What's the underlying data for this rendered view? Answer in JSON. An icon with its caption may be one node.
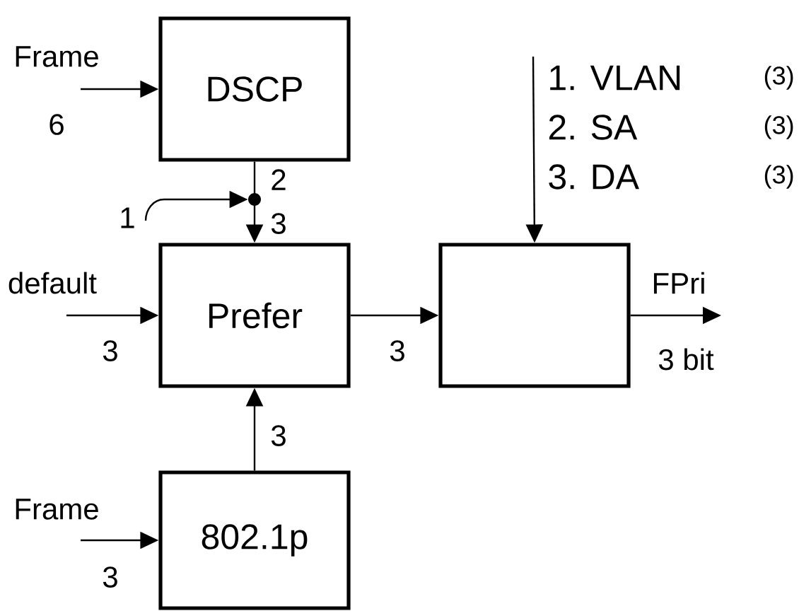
{
  "diagram": {
    "nodes": [
      {
        "text": [
          "DSCP"
        ]
      },
      {
        "text": [
          "Prefer"
        ]
      },
      {
        "text": [],
        "shape": "box"
      },
      {
        "text": [
          "802.1p"
        ]
      },
      {
        "text": [],
        "shape": "circle"
      }
    ],
    "edges": [
      {
        "from": null,
        "to": 0,
        "arrow": "to",
        "label": "Frame"
      },
      {
        "from": 0,
        "to": 4,
        "arrow": "none",
        "label": "2"
      },
      {
        "from": null,
        "to": 4,
        "arrow": "to",
        "label": "1"
      },
      {
        "from": 4,
        "to": 1,
        "arrow": "to",
        "label": "3"
      },
      {
        "from": null,
        "to": 1,
        "arrow": "to",
        "label": "default"
      },
      {
        "from": 1,
        "to": 2,
        "arrow": "to",
        "label": "3"
      },
      {
        "from": null,
        "to": 2,
        "arrow": "to"
      },
      {
        "from": 2,
        "to": null,
        "arrow": "to",
        "label": "FPri"
      },
      {
        "from": 3,
        "to": 1,
        "arrow": "to",
        "label": "3"
      },
      {
        "from": null,
        "to": 3,
        "arrow": "to",
        "label": "Frame"
      }
    ],
    "labels": [
      "6",
      "3",
      "3 bit",
      "3",
      "1. VLAN",
      "(3)",
      "2. SA",
      "(3)",
      "3. DA",
      "(3)"
    ]
  }
}
